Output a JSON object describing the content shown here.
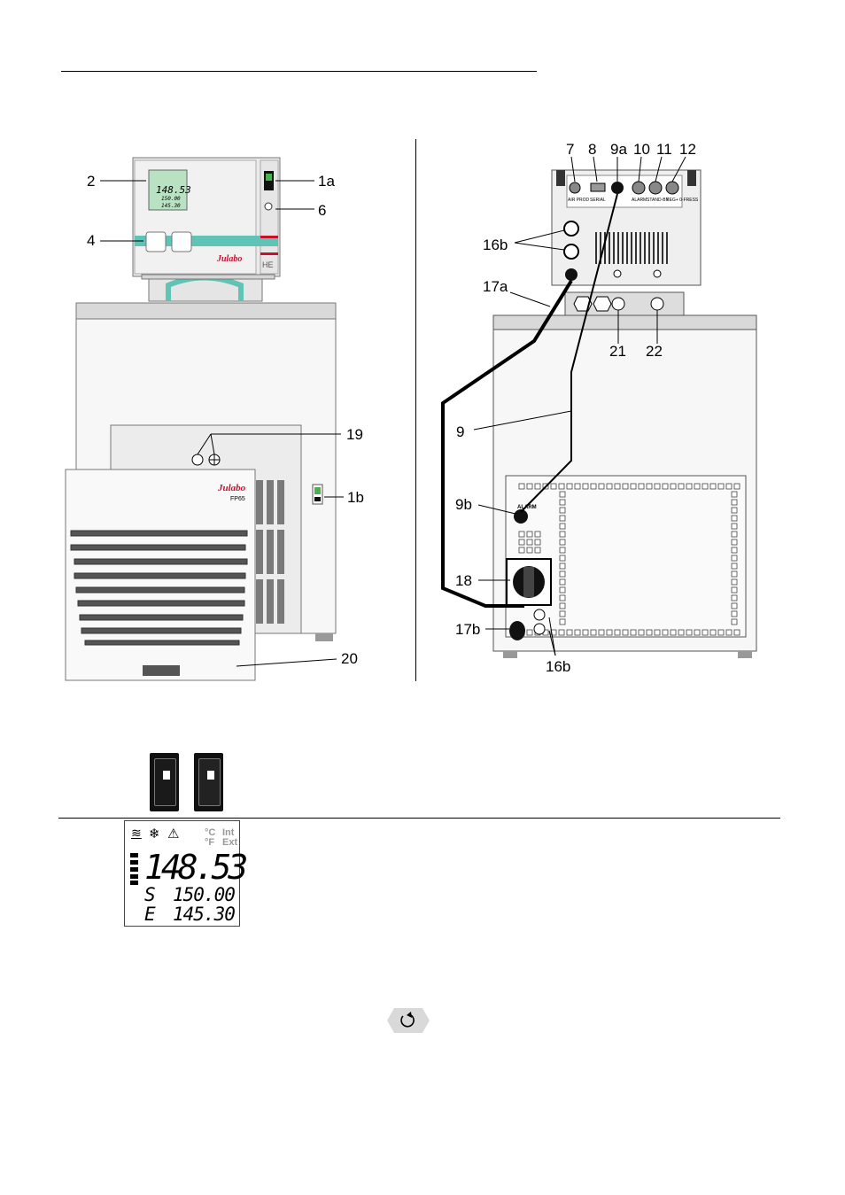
{
  "callouts": {
    "c2": "2",
    "c1a": "1a",
    "c6": "6",
    "c4": "4",
    "c19": "19",
    "c1b": "1b",
    "c20": "20",
    "c7": "7",
    "c8": "8",
    "c9a": "9a",
    "c10": "10",
    "c11": "11",
    "c12": "12",
    "c16b_top": "16b",
    "c17a": "17a",
    "c21": "21",
    "c22": "22",
    "c9": "9",
    "c9b": "9b",
    "c18": "18",
    "c17b": "17b",
    "c16b_bottom": "16b"
  },
  "front_unit": {
    "brand_controller": "Julabo",
    "model_badge": "HE",
    "brand_cooler": "Julabo",
    "cooler_model": "FP65",
    "mini_display": {
      "value": "148.53",
      "setpoint": "150.00",
      "external": "145.30"
    }
  },
  "rear_panel": {
    "port_labels": [
      "AIR PROD",
      "SERIAL",
      "ALARM",
      "STAND-BY",
      "REG+ 0-FRESS"
    ],
    "alarm_label": "ALARM"
  },
  "display": {
    "symbols": {
      "heat": "≋",
      "cool": "❄",
      "warning": "⚠"
    },
    "unit_c": "°C",
    "unit_f": "°F",
    "mode_int": "Int",
    "mode_ext": "Ext",
    "main_value": "148.53",
    "setpoint_prefix": "S",
    "setpoint_value": "150.00",
    "external_prefix": "E",
    "external_value": "145.30"
  },
  "colors": {
    "teal": "#5fc3b6",
    "brand_red": "#c8102e",
    "lcd_green": "#8fd19e"
  }
}
